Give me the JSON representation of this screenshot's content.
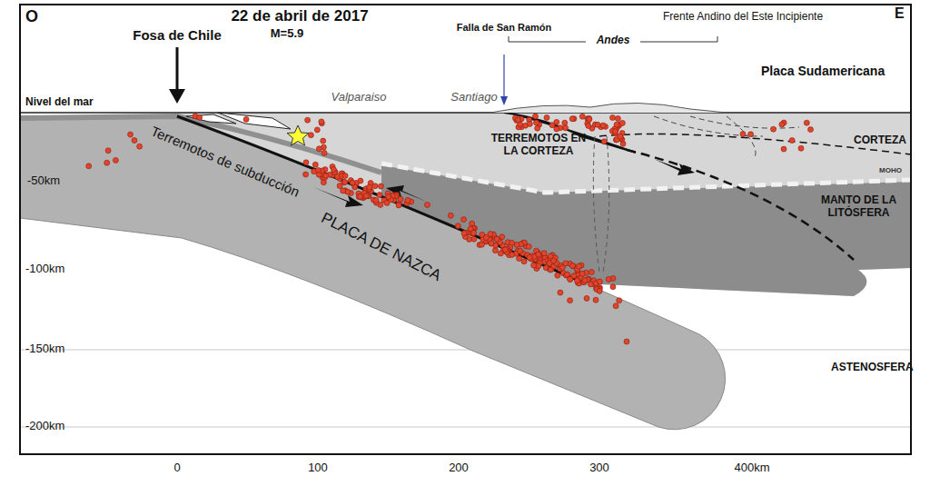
{
  "diagram": {
    "labels": [
      "O",
      "Fosa de Chile",
      "22 de abril de 2017",
      "M=5.9",
      "Falla de San Ramón",
      "Andes",
      "Frente Andino del Este Incipiente",
      "E",
      "Placa Sudamericana",
      "Nivel del mar",
      "Valparaiso",
      "Santiago",
      "TERREMOTOS EN LA CORTEZA",
      "CORTEZA",
      "MOHO",
      "MANTO DE LA LITÓSFERA",
      "Terremotos de subducción",
      "-50km",
      "-100km",
      "-150km",
      "-200km",
      "PLACA DE NAZCA",
      "ASTENOSFERA",
      "0",
      "100",
      "200",
      "300",
      "400km"
    ]
  }
}
